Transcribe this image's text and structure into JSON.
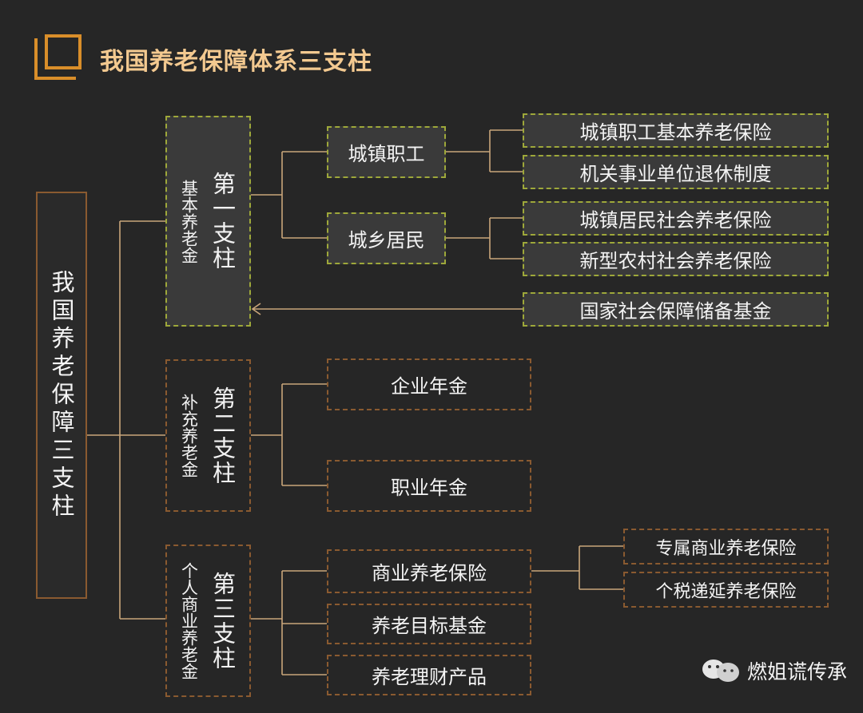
{
  "title": "我国养老保障体系三支柱",
  "root": "我国养老保障三支柱",
  "pillars": [
    {
      "name": "第一支柱",
      "sub": "基本养老金"
    },
    {
      "name": "第二支柱",
      "sub": "补充养老金"
    },
    {
      "name": "第三支柱",
      "sub": "个人商业养老金"
    }
  ],
  "pillar1": {
    "groups": [
      "城镇职工",
      "城乡居民"
    ],
    "items": [
      "城镇职工基本养老保险",
      "机关事业单位退休制度",
      "城镇居民社会养老保险",
      "新型农村社会养老保险"
    ],
    "fund": "国家社会保障储备基金"
  },
  "pillar2": {
    "items": [
      "企业年金",
      "职业年金"
    ]
  },
  "pillar3": {
    "items": [
      "商业养老保险",
      "养老目标基金",
      "养老理财产品"
    ],
    "sub_items": [
      "专属商业养老保险",
      "个税递延养老保险"
    ]
  },
  "watermark": "燃姐谎传承",
  "colors": {
    "background": "#262626",
    "title": "#f3c990",
    "line": "#c9a57a",
    "green_border": "#9ea83a",
    "brown_border": "#8a5a30"
  }
}
